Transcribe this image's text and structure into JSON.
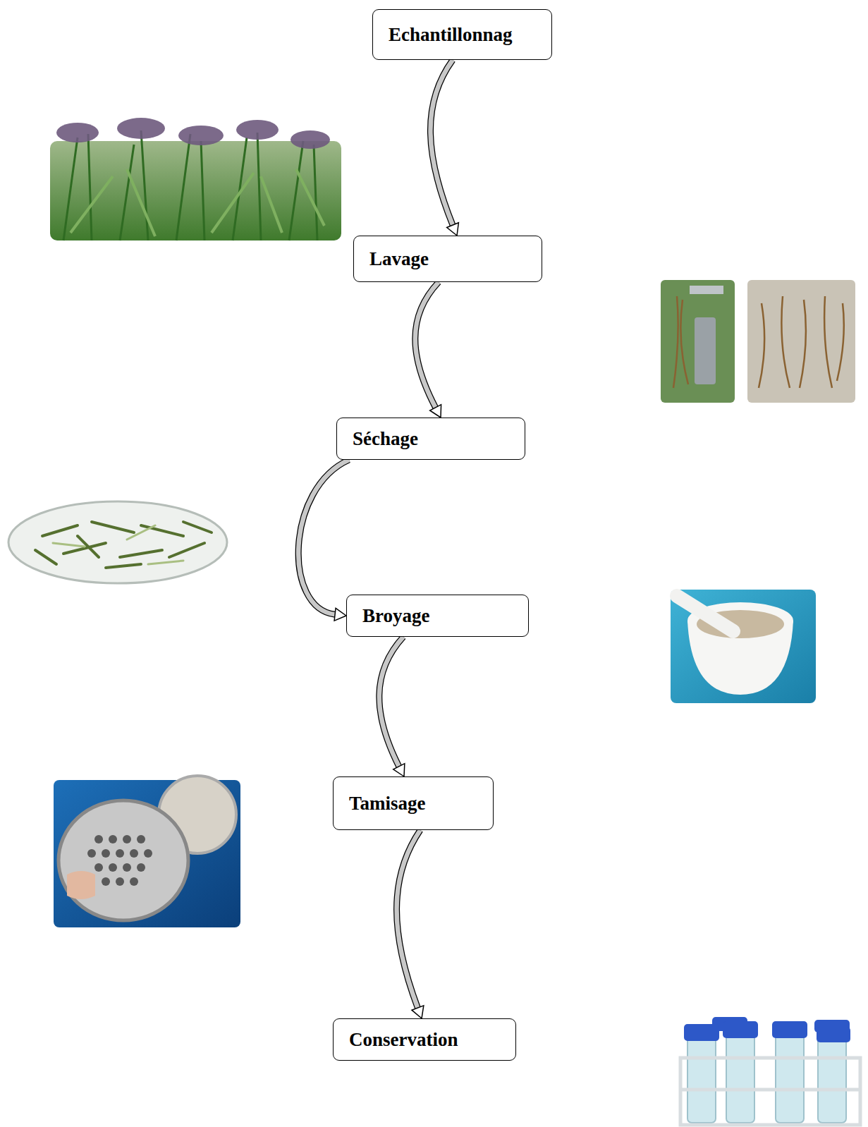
{
  "diagram": {
    "nodes": [
      {
        "text": [
          "Echantillonnag"
        ]
      },
      {
        "text": [
          "Lavage"
        ]
      },
      {
        "text": [
          "Séchage"
        ]
      },
      {
        "text": [
          "Broyage"
        ]
      },
      {
        "text": [
          "Tamisage"
        ]
      },
      {
        "text": [
          "Conservation"
        ]
      }
    ],
    "edges": [
      {
        "from": 0,
        "to": 1,
        "arrow": "to"
      },
      {
        "from": 1,
        "to": 2,
        "arrow": "to"
      },
      {
        "from": 2,
        "to": 3,
        "arrow": "to"
      },
      {
        "from": 3,
        "to": 4,
        "arrow": "to"
      },
      {
        "from": 4,
        "to": 5,
        "arrow": "to"
      }
    ]
  }
}
